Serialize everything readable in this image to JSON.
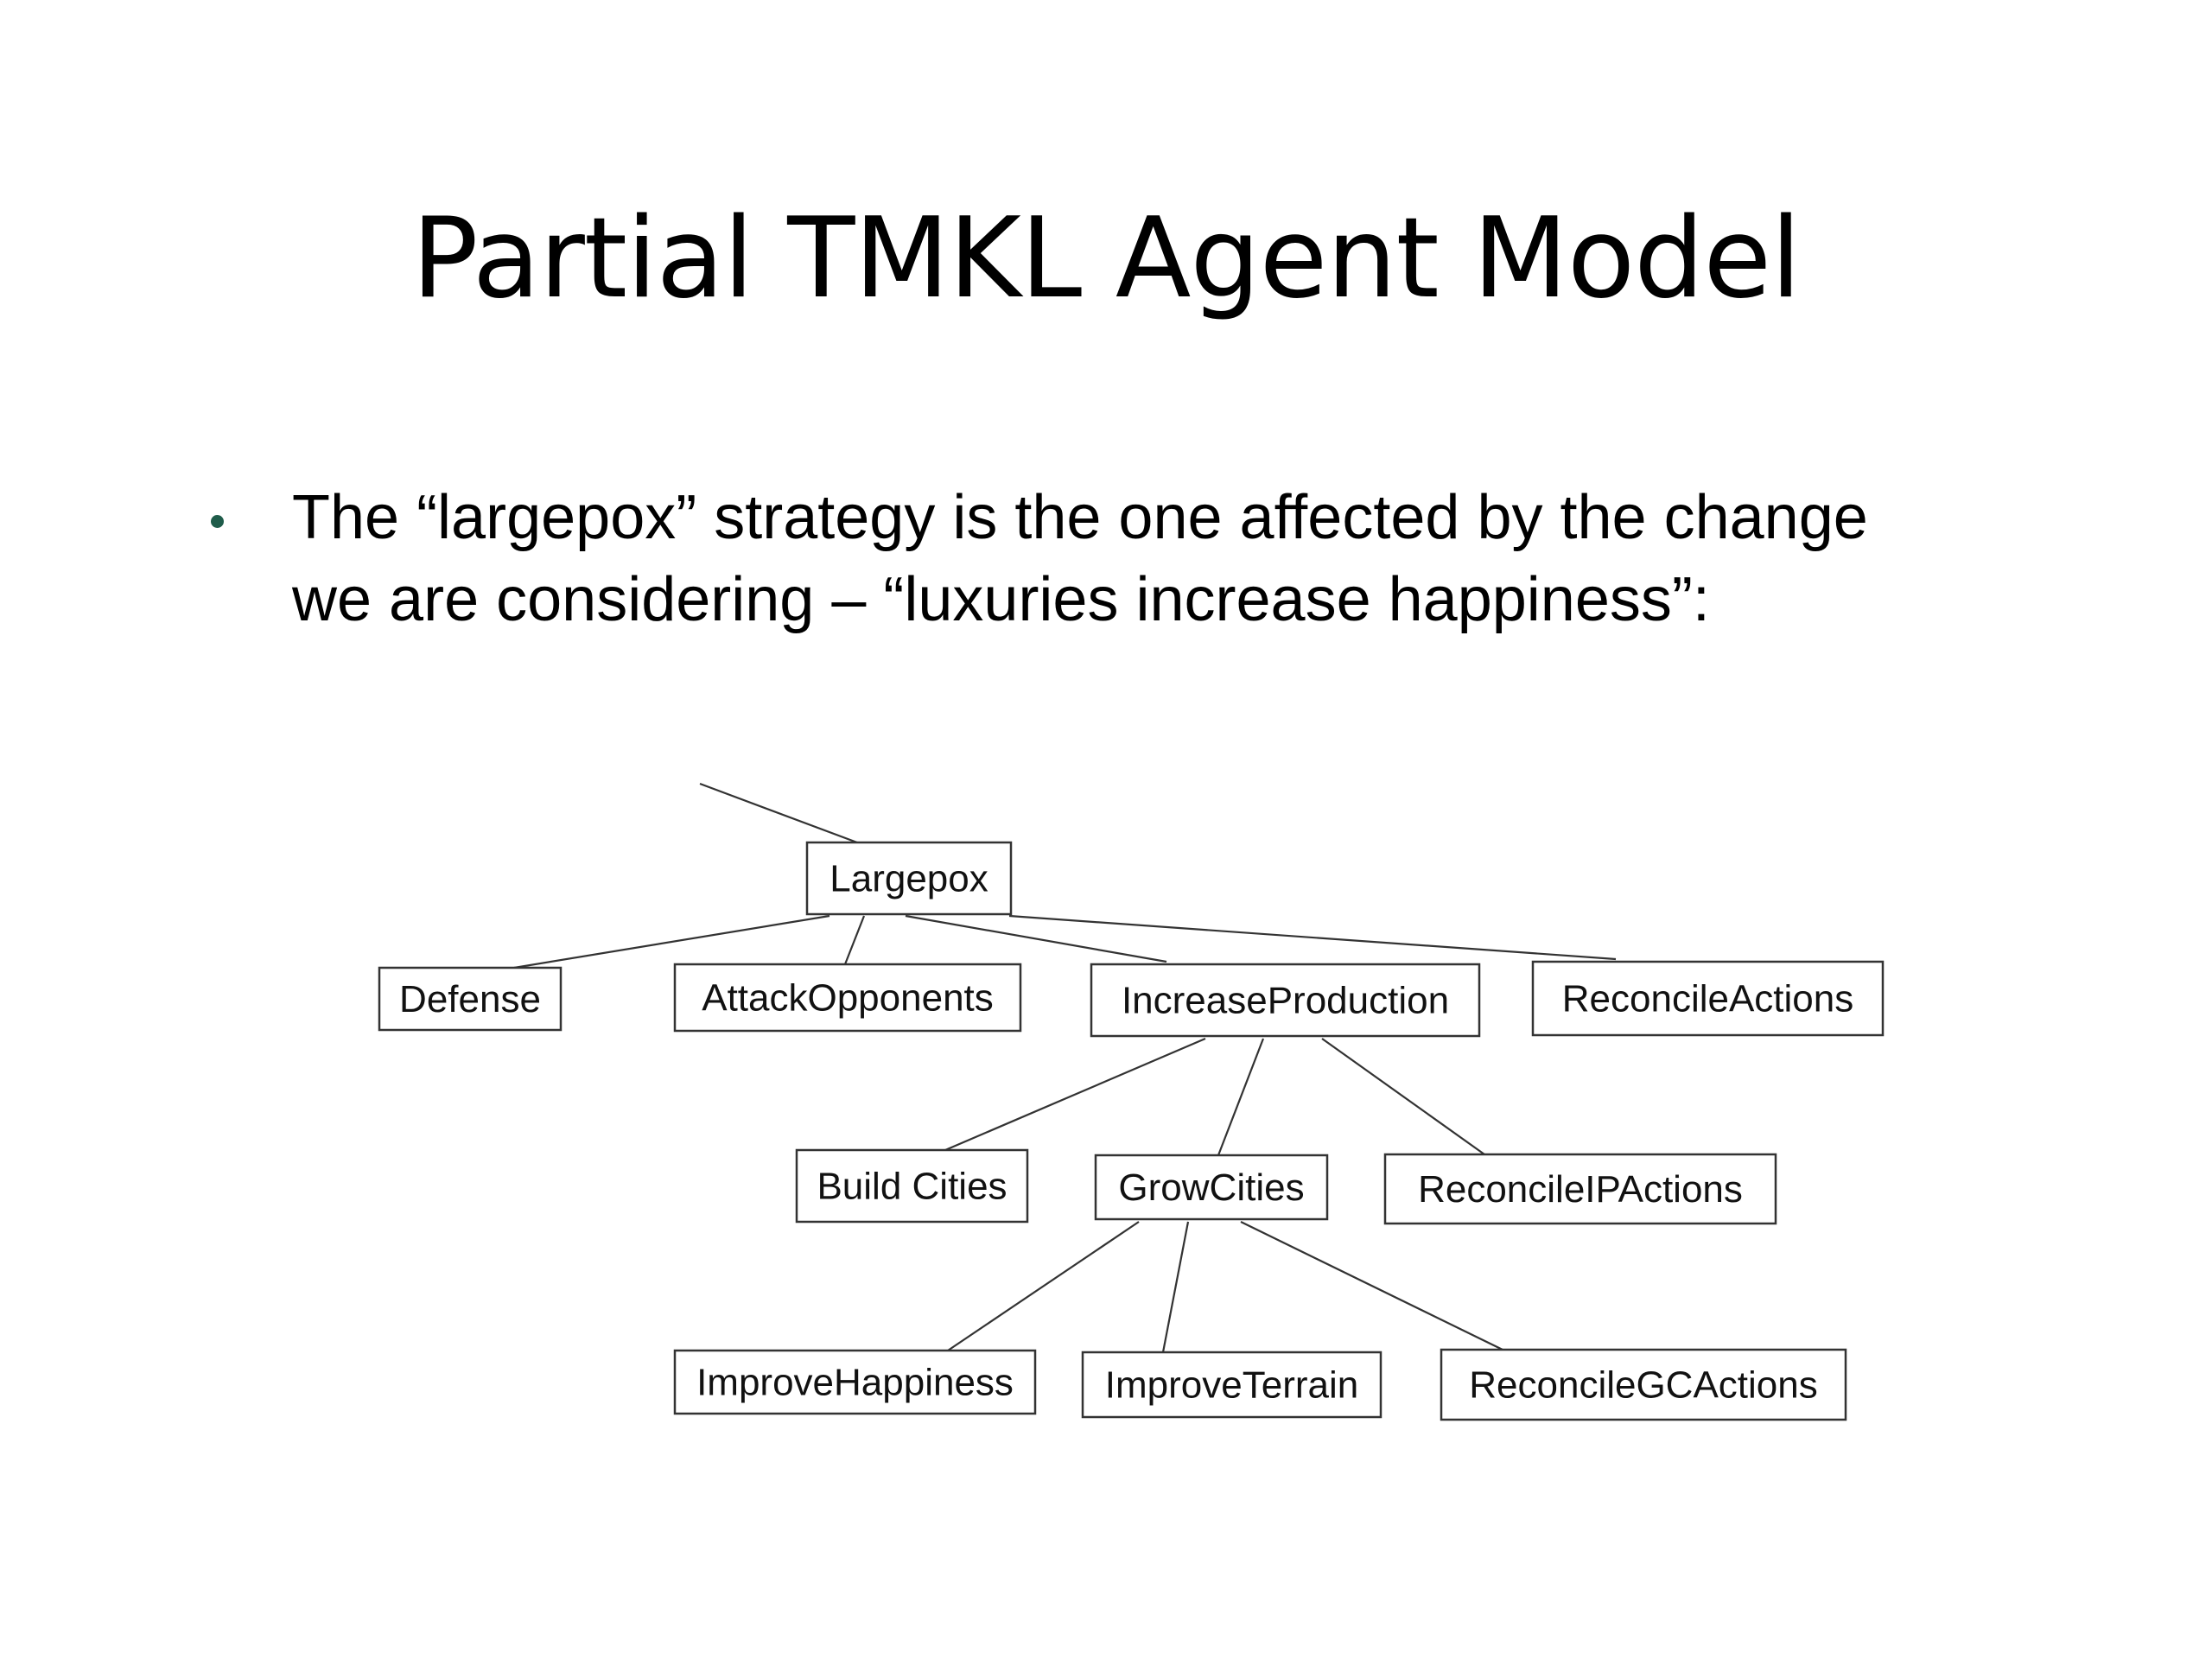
{
  "slide": {
    "title": "Partial TMKL Agent Model",
    "bullet_color": "#1f5c4a",
    "bullet_lines": [
      "The “largepox” strategy is the one affected by the change",
      "we are considering – “luxuries increase happiness”:"
    ]
  },
  "diagram": {
    "nodes": [
      {
        "id": "largepox",
        "label": "Largepox"
      },
      {
        "id": "defense",
        "label": "Defense"
      },
      {
        "id": "attack",
        "label": "AttackOpponents"
      },
      {
        "id": "increase",
        "label": "IncreaseProduction"
      },
      {
        "id": "reconcile",
        "label": "ReconcileActions"
      },
      {
        "id": "build",
        "label": "Build Cities"
      },
      {
        "id": "grow",
        "label": "GrowCities"
      },
      {
        "id": "reconcile_ip",
        "label": "ReconcileIPActions"
      },
      {
        "id": "improve_h",
        "label": "ImproveHappiness"
      },
      {
        "id": "improve_t",
        "label": "ImproveTerrain"
      },
      {
        "id": "reconcile_gc",
        "label": "ReconcileGCActions"
      }
    ],
    "edges": [
      {
        "from": "largepox",
        "to": "defense"
      },
      {
        "from": "largepox",
        "to": "attack"
      },
      {
        "from": "largepox",
        "to": "increase"
      },
      {
        "from": "largepox",
        "to": "reconcile"
      },
      {
        "from": "increase",
        "to": "build"
      },
      {
        "from": "increase",
        "to": "grow"
      },
      {
        "from": "increase",
        "to": "reconcile_ip"
      },
      {
        "from": "grow",
        "to": "improve_h"
      },
      {
        "from": "grow",
        "to": "improve_t"
      },
      {
        "from": "grow",
        "to": "reconcile_gc"
      }
    ]
  }
}
